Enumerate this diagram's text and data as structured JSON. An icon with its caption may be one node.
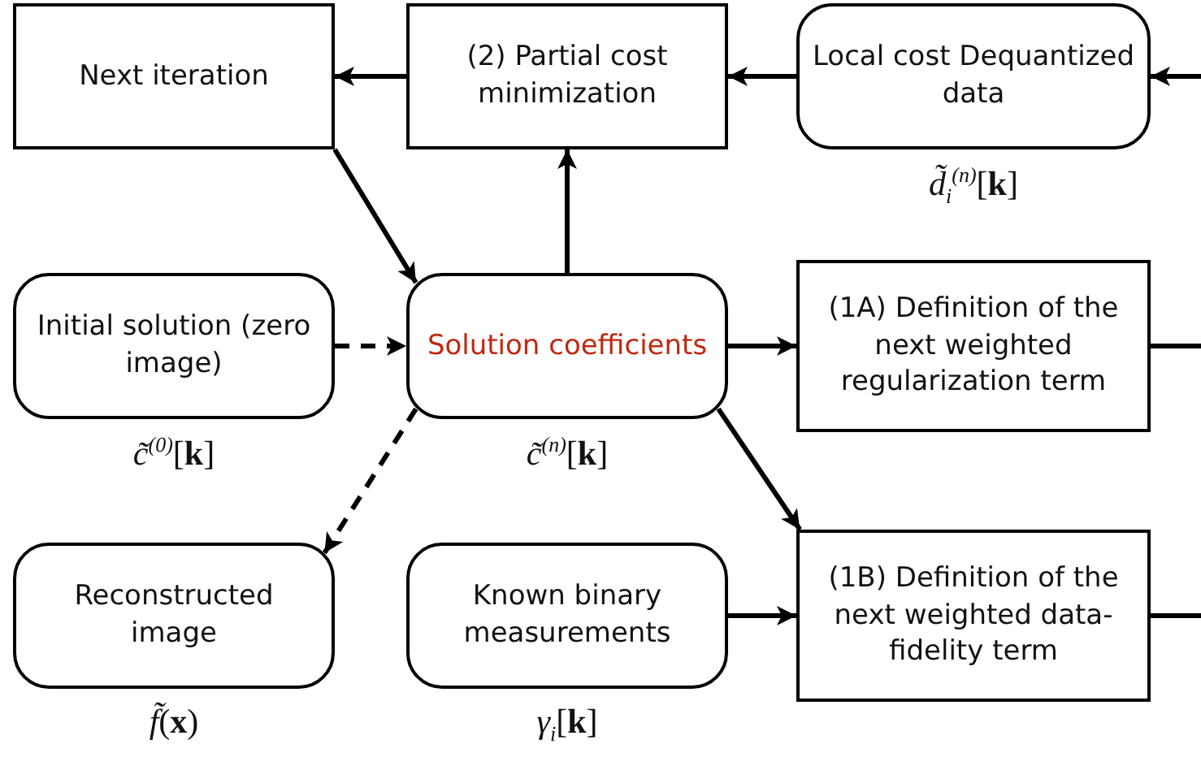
{
  "diagram": {
    "nodes": [
      {
        "text": [
          "Next iteration"
        ]
      },
      {
        "text": [
          "(2) Partial cost minimization"
        ]
      },
      {
        "text": [
          "Local cost Dequantized data"
        ],
        "beside": [
          "*d̃*$_{i}$$^{(n)}$[**k**]"
        ]
      },
      {
        "text": [
          "Initial solution (zero image)"
        ],
        "beside": [
          "*c̃*$^{(0)}$[**k**]"
        ]
      },
      {
        "text": [
          "Solution coefficients"
        ],
        "beside": [
          "*c̃*$^{(n)}$[**k**]"
        ]
      },
      {
        "text": [
          "(1A) Definition of the next weighted regularization term"
        ]
      },
      {
        "text": [
          "Reconstructed image"
        ],
        "beside": [
          "*f̃*(**x**)"
        ]
      },
      {
        "text": [
          "Known binary measurements"
        ],
        "beside": [
          "*γ*$_{i}$[**k**]"
        ]
      },
      {
        "text": [
          "(1B) Definition of the next weighted data-fidelity term"
        ]
      }
    ],
    "edges": [
      {
        "from": 1,
        "to": 0,
        "arrow": "to"
      },
      {
        "from": 2,
        "to": 1,
        "arrow": "to"
      },
      {
        "from": null,
        "to": 2,
        "arrow": "to"
      },
      {
        "from": 0,
        "to": 4,
        "arrow": "to"
      },
      {
        "from": 4,
        "to": 1,
        "arrow": "to"
      },
      {
        "from": 3,
        "to": 4,
        "arrow": "to",
        "style": "dashed"
      },
      {
        "from": 4,
        "to": 5,
        "arrow": "to"
      },
      {
        "from": 4,
        "to": 8,
        "arrow": "to"
      },
      {
        "from": 4,
        "to": 6,
        "arrow": "to",
        "style": "dashed"
      },
      {
        "from": 7,
        "to": 8,
        "arrow": "to"
      },
      {
        "from": 5,
        "to": null,
        "arrow": "none"
      },
      {
        "from": 8,
        "to": null,
        "arrow": "none"
      }
    ]
  }
}
